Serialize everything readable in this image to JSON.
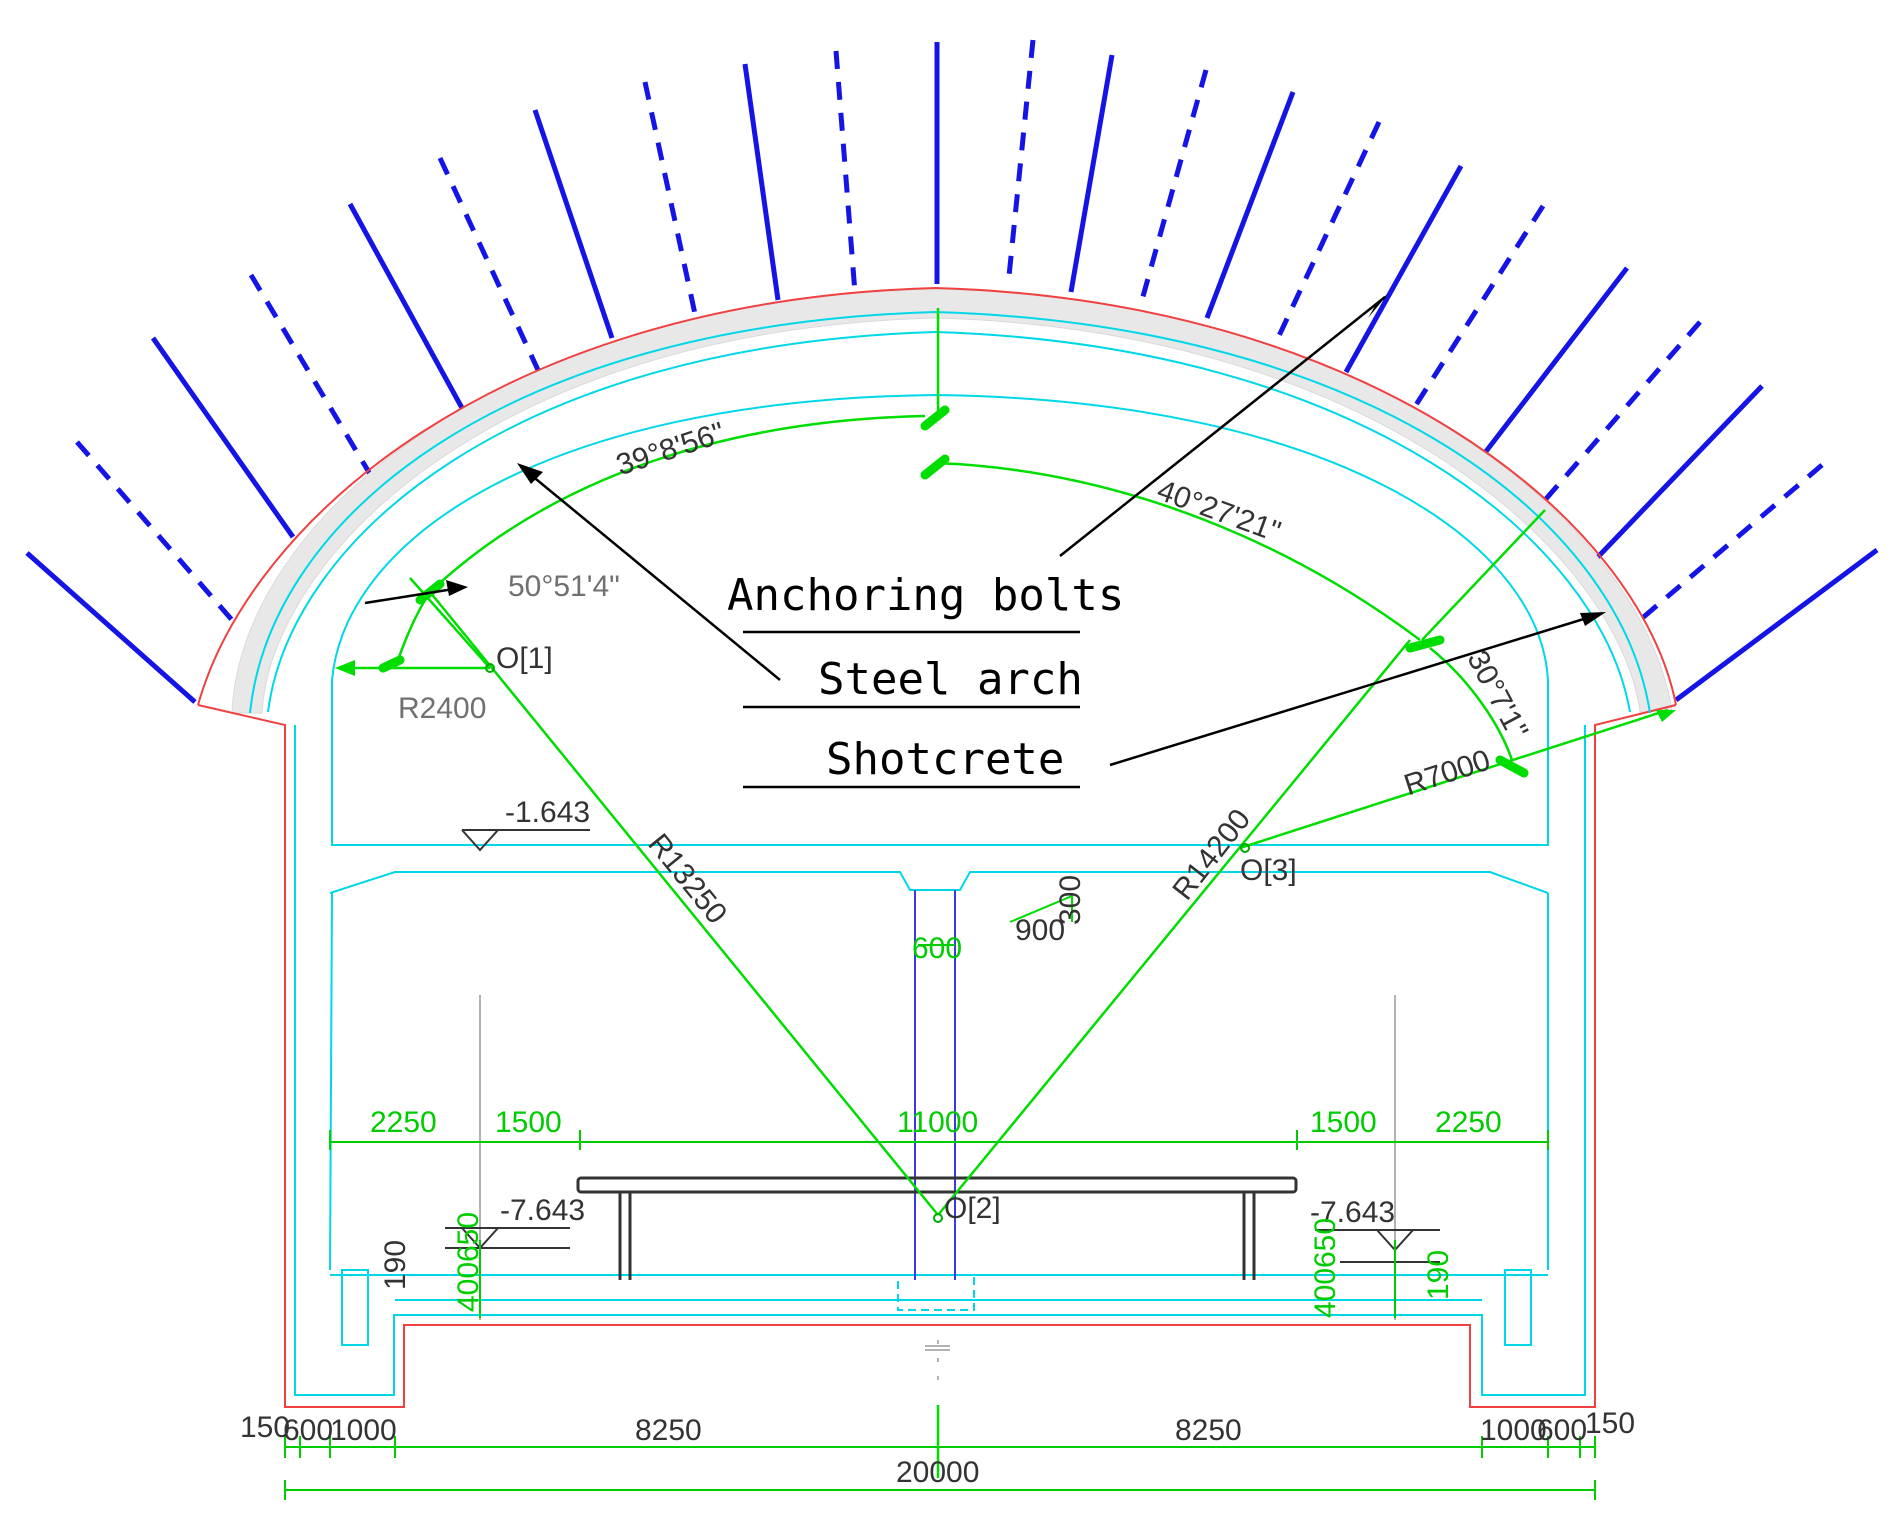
{
  "colors": {
    "outline": "#f04040",
    "lining": "#00d8e8",
    "geometry": "#00dd00",
    "bolt": "#1414e6",
    "shotcrete": "#e8e8e8",
    "label": "#000000",
    "gray_text": "#707070"
  },
  "annotations": {
    "anchoring_bolts": "Anchoring bolts",
    "steel_arch": "Steel arch",
    "shotcrete": "Shotcrete"
  },
  "points": {
    "o1": "O[1]",
    "o2": "O[2]",
    "o3": "O[3]"
  },
  "radii": {
    "r2400": "R2400",
    "r13250": "R13250",
    "r14200": "R14200",
    "r7000": "R7000"
  },
  "angles": {
    "a1": "50°51'4\"",
    "a2": "39°8'56\"",
    "a3": "40°27'21\"",
    "a4": "30°7'1\""
  },
  "levels": {
    "upper_left": "-1.643",
    "lower_left": "-7.643",
    "lower_right": "-7.643"
  },
  "slope": {
    "run": "900",
    "rise": "300"
  },
  "dims": {
    "column": "600",
    "left_outer": "2250",
    "left_inner": "1500",
    "center": "11000",
    "right_inner": "1500",
    "right_outer": "2250",
    "left_400": "400",
    "left_650": "650",
    "left_190": "190",
    "right_400": "400",
    "right_650": "650",
    "right_190": "190",
    "bottom": [
      "150",
      "600",
      "1000",
      "8250",
      "8250",
      "1000",
      "600",
      "150"
    ],
    "total": "20000"
  }
}
